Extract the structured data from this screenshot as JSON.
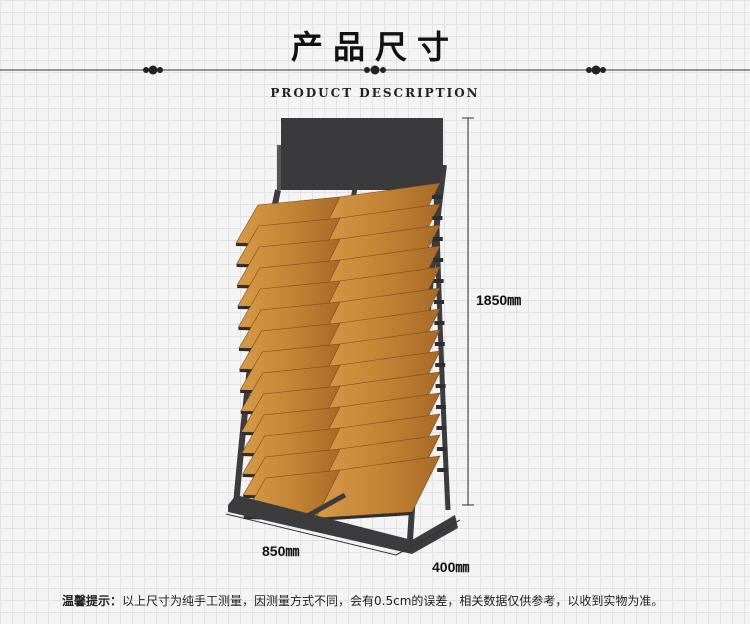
{
  "header": {
    "title": "产品尺寸",
    "subtitle": "PRODUCT DESCRIPTION"
  },
  "dimensions": {
    "height": "1850㎜",
    "width": "850㎜",
    "depth": "400㎜"
  },
  "note": {
    "label": "温馨提示：",
    "text": "以上尺寸为纯手工测量，因测量方式不同，会有0.5cm的误差，相关数据仅供参考，以收到实物为准。"
  },
  "colors": {
    "frame": "#3c3c3e",
    "wood": "#c98a3a",
    "wood_dark": "#a8692a",
    "background": "#f4f4f4"
  }
}
